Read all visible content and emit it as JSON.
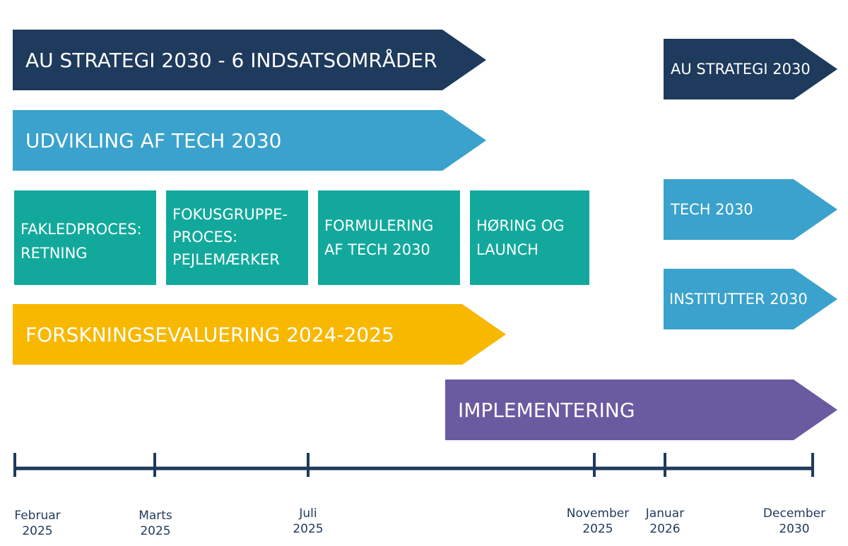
{
  "colors": {
    "navy": "#1e3a5c",
    "blue": "#3aa2cc",
    "teal": "#12a99c",
    "yellow": "#f8b800",
    "purple": "#6a5ba1",
    "timeline": "#1e3a5c"
  },
  "bars": {
    "au_strategi_main": "AU STRATEGI 2030 - 6 INDSATSOMRÅDER",
    "udvikling": "UDVIKLING AF TECH 2030",
    "forskningsevaluering": "FORSKNINGSEVALUERING 2024-2025",
    "implementering": "IMPLEMENTERING"
  },
  "phases": [
    "FAKLEDPROCES:\nRETNING",
    "FOKUSGRUPPE-\nPROCES:\nPEJLEMÆRKER",
    "FORMULERING\nAF TECH 2030",
    "HØRING OG\nLAUNCH"
  ],
  "legend": {
    "au_strategi": "AU STRATEGI 2030",
    "tech": "TECH 2030",
    "institutter": "INSTITUTTER 2030"
  },
  "timeline": [
    "Februar\n2025",
    "Marts\n2025",
    "Juli\n2025",
    "November\n2025",
    "Januar\n2026",
    "December\n2030"
  ]
}
